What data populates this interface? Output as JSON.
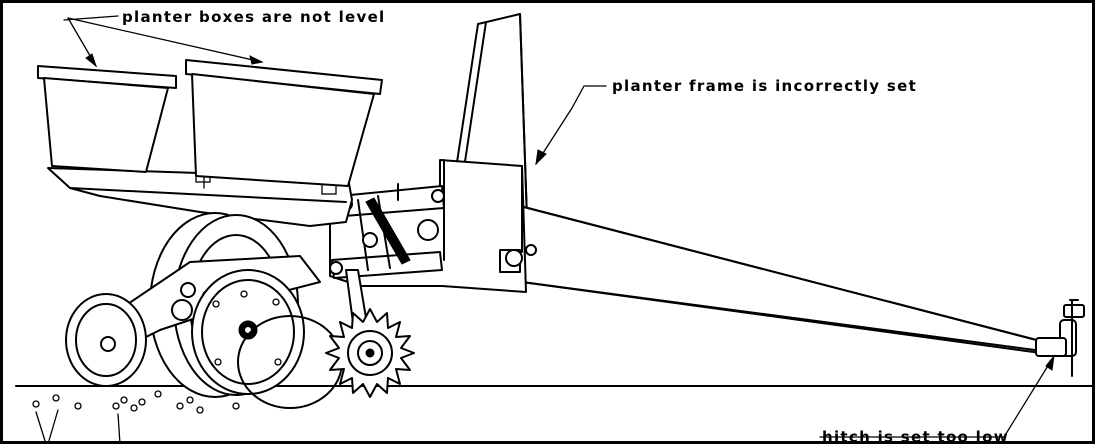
{
  "labels": {
    "boxes": "planter boxes are not level",
    "frame": "planter frame is incorrectly set",
    "hitch": "hitch is set too low"
  }
}
